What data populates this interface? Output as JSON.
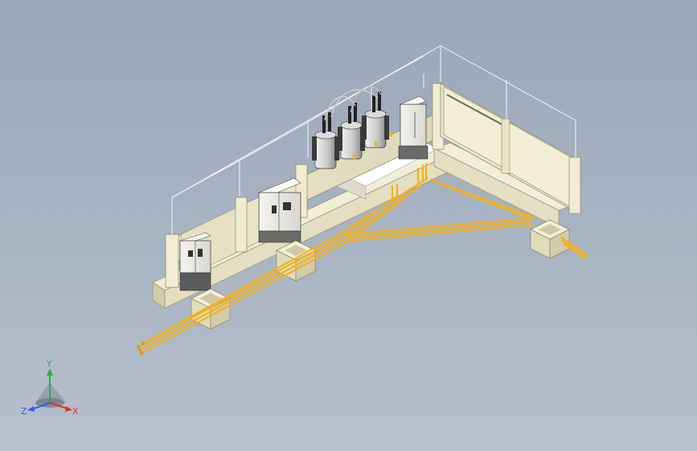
{
  "viewport": {
    "background_top": "#9aa7b8",
    "background_bottom": "#b7c0cc"
  },
  "triad": {
    "x_label": "X",
    "y_label": "Y",
    "z_label": "Z",
    "x_color": "#e03030",
    "y_color": "#2fa84a",
    "z_color": "#2f5ee0"
  },
  "model": {
    "cable_color": "#f2b21c",
    "concrete_color": "#e9e4c6",
    "frame_line_color": "#f4f4f4",
    "cabinet_color": "#ecebe4",
    "icons": [
      "box-transformer-substation-model",
      "coordinate-triad-icon"
    ]
  }
}
